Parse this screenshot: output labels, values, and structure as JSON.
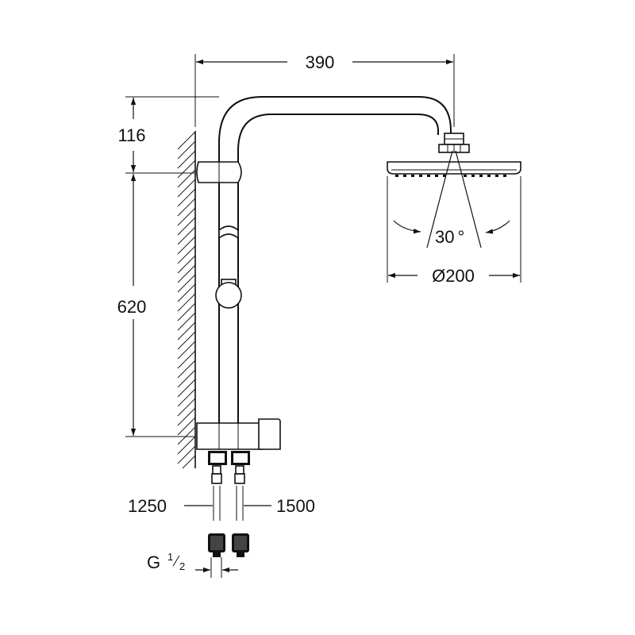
{
  "dimensions": {
    "width_arm": "390",
    "height_top": "116",
    "height_bar": "620",
    "hose_left": "1250",
    "hose_right": "1500",
    "spray_angle": "30",
    "spray_angle_unit": "°",
    "head_diameter": "Ø200",
    "thread_prefix": "G",
    "thread_numerator": "1",
    "thread_denominator": "2"
  },
  "colors": {
    "line": "#111111",
    "background": "#ffffff"
  }
}
